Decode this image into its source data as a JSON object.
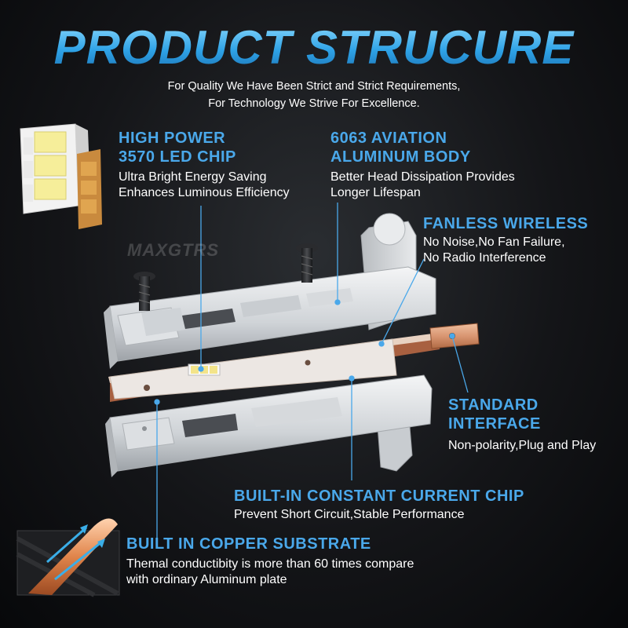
{
  "header": {
    "title": "PRODUCT STRUCURE",
    "subtitle_line1": "For Quality We Have Been Strict and Strict Requirements,",
    "subtitle_line2": "For Technology We Strive For Excellence."
  },
  "watermark": "MAXGTRS",
  "features": {
    "led_chip": {
      "heading_line1": "HIGH POWER",
      "heading_line2": "3570 LED CHIP",
      "desc_line1": "Ultra Bright Energy Saving",
      "desc_line2": "Enhances Luminous Efficiency"
    },
    "aluminum_body": {
      "heading_line1": "6063 AVIATION",
      "heading_line2": "ALUMINUM BODY",
      "desc_line1": "Better Head Dissipation Provides",
      "desc_line2": "Longer Lifespan"
    },
    "fanless": {
      "heading": "FANLESS WIRELESS",
      "desc_line1": "No Noise,No Fan Failure,",
      "desc_line2": "No Radio Interference"
    },
    "interface": {
      "heading_line1": "STANDARD",
      "heading_line2": "INTERFACE",
      "desc": "Non-polarity,Plug and Play"
    },
    "constant_current": {
      "heading": "BUILT-IN CONSTANT CURRENT CHIP",
      "desc": "Prevent Short Circuit,Stable Performance"
    },
    "copper": {
      "heading": "BUILT IN COPPER SUBSTRATE",
      "desc_line1": "Themal conductibity is more than 60 times compare",
      "desc_line2": "with ordinary Aluminum plate"
    }
  },
  "colors": {
    "heading_blue": "#4aa8ea",
    "title_blue": "#2ea2e6",
    "copper": "#c8825a",
    "led_yellow": "#f3e9a0"
  }
}
